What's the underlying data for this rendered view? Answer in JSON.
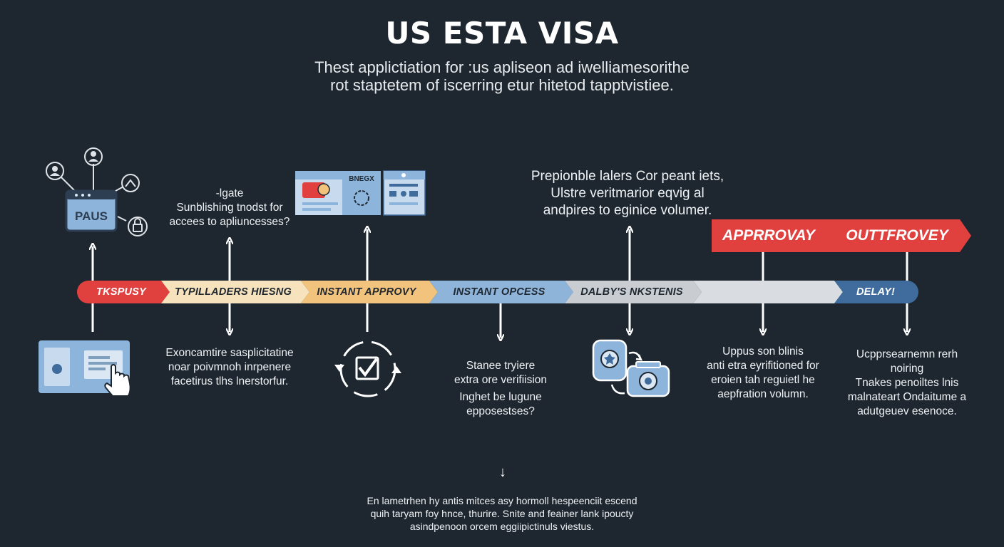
{
  "header": {
    "title": "US ESTA VISA",
    "subtitle_line1": "Thest applictiation for :us apliseon ad iwelliamesorithe",
    "subtitle_line2": "rot staptetem of iscerring etur hitetod tapptvistiee."
  },
  "top_notes": {
    "stage2": [
      "-lgate",
      "Sunblishing tnodst for",
      "accees to apliuncesses?"
    ],
    "stage5": [
      "Prepionble lalers Cor peant iets,",
      "Ulstre veritmarior eqvig al",
      "andpires to eginice volumer."
    ]
  },
  "timeline": {
    "segments": [
      {
        "label": "TKSPUSY",
        "color": "#e0413f",
        "text_color": "#ffffff"
      },
      {
        "label": "TYPILLADERS HIESNG",
        "color": "#f6e3bd",
        "text_color": "#1f2730"
      },
      {
        "label": "INSTANT APPROVY",
        "color": "#f2c37c",
        "text_color": "#1f2730"
      },
      {
        "label": "INSTANT OPCESS",
        "color": "#8fb4d9",
        "text_color": "#1f2730"
      },
      {
        "label": "DALBY'S NKSTENIS",
        "color": "#c9cdd1",
        "text_color": "#1f2730"
      },
      {
        "label": "",
        "color": "#d9dde1",
        "text_color": "#1f2730"
      },
      {
        "label": "DELAY!",
        "color": "#3f6c9c",
        "text_color": "#ffffff"
      }
    ]
  },
  "banner": {
    "left_label": "APPRROVAY",
    "right_label": "OUTTFROVEY",
    "color": "#e0413f"
  },
  "icons": {
    "stage1_top": {
      "screen_label": "PAUS"
    },
    "stage3_top": {
      "card_label": "BNEGX"
    }
  },
  "bottom_notes": {
    "stage2": [
      "Exoncamtire sasplicitatine",
      "noar poivmnoh inrpenere",
      "facetirus tlhs lnerstorfur."
    ],
    "stage4_a": [
      "Stanee tryiere",
      "extra ore verifiision"
    ],
    "stage4_b": [
      "Inghet be lugune",
      "epposestses?"
    ],
    "stage6": [
      "Uppus son blinis",
      "anti etra eyrifitioned for",
      "eroien tah reguietl he",
      "aepfration volumn."
    ],
    "stage7": [
      "Ucpprsearnemn rerh noiring",
      "Tnakes penoiltes lnis",
      "malnateart Ondaitume a",
      "adutgeuev esenoce."
    ]
  },
  "footer": {
    "glyph": "↓",
    "lines": [
      "En lametrhen hy antis mitces asy hormoll hespeenciit escend",
      "quih taryam foy hnce, thurire. Snite and feainer lank ipoucty",
      "asindpenoon orcem eggiipictinuls viestus."
    ]
  }
}
